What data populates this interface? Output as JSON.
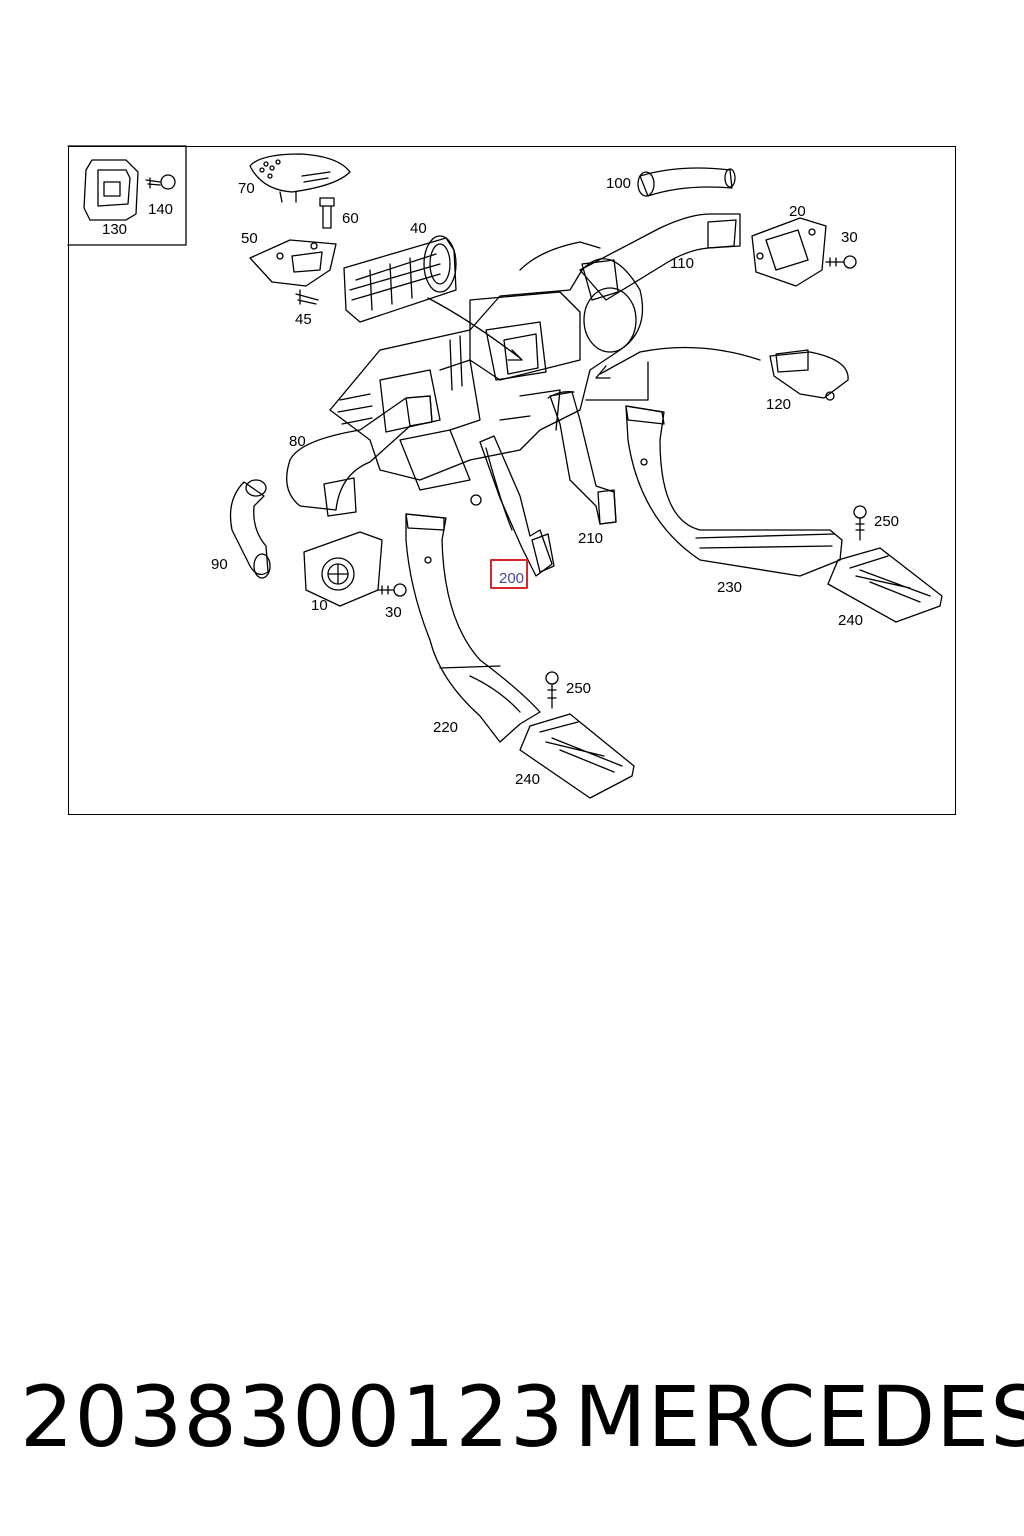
{
  "diagram": {
    "callouts": {
      "c130": "130",
      "c140": "140",
      "c70": "70",
      "c60": "60",
      "c50": "50",
      "c40": "40",
      "c45": "45",
      "c100": "100",
      "c20": "20",
      "c30a": "30",
      "c110": "110",
      "c120": "120",
      "c80": "80",
      "c90": "90",
      "c10": "10",
      "c30b": "30",
      "c200": "200",
      "c210": "210",
      "c230": "230",
      "c250a": "250",
      "c240a": "240",
      "c250b": "250",
      "c220": "220",
      "c240b": "240"
    },
    "highlight_color": "#d9262a",
    "line_color": "#000000"
  },
  "footer": {
    "part_number": "2038300123",
    "brand": "MERCEDES"
  }
}
